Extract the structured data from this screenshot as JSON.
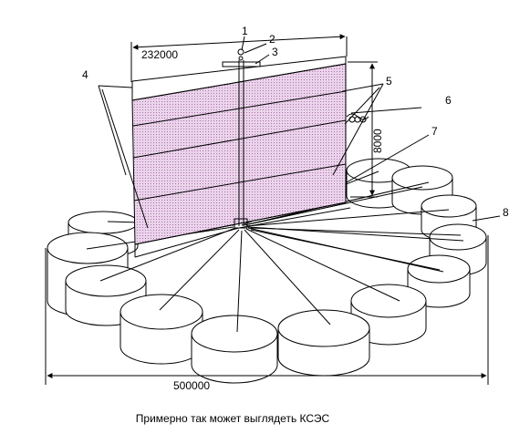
{
  "dimensions": {
    "width_top": "232000",
    "width_bottom": "500000",
    "height_side": "8000"
  },
  "callouts": [
    "1",
    "2",
    "3",
    "4",
    "5",
    "6",
    "7",
    "8"
  ],
  "caption": "Примерно так может выглядеть КСЭС",
  "colors": {
    "sail_fill": "#e8c8e8",
    "sail_dots": "#c080c0",
    "line": "#000000"
  }
}
